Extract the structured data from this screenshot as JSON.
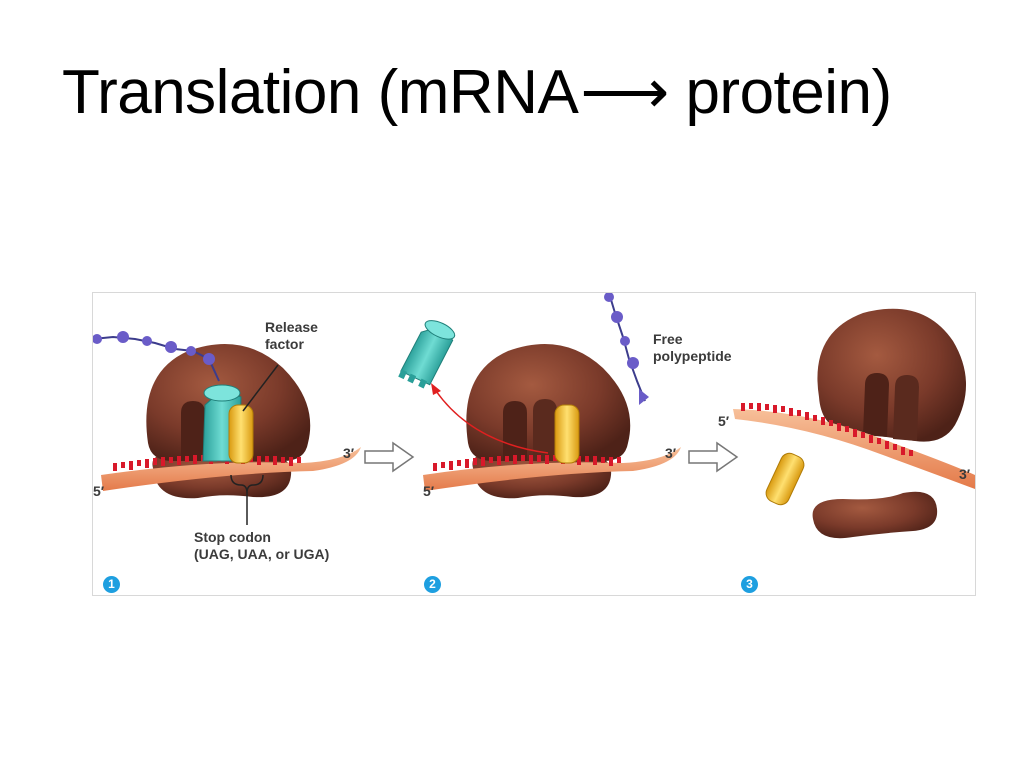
{
  "slide": {
    "title_pre": "Translation (mRNA",
    "title_arrow": "⟶",
    "title_post": " protein)"
  },
  "figure": {
    "labels": {
      "release_factor_line1": "Release",
      "release_factor_line2": "factor",
      "free_polypeptide_line1": "Free",
      "free_polypeptide_line2": "polypeptide",
      "stop_codon_line1": "Stop codon",
      "stop_codon_line2": "(UAG, UAA, or UGA)"
    },
    "ends": {
      "three_prime": "3′",
      "five_prime": "5′"
    },
    "steps": [
      "1",
      "2",
      "3"
    ]
  },
  "colors": {
    "ribosome": "#7a3a2a",
    "ribosome_dark": "#4e2218",
    "trna": "#3dbdb5",
    "release_factor": "#f2c230",
    "mrna": "#f0a070",
    "codon_marks": "#d8192a",
    "polypeptide": "#6a5cc8",
    "step_badge": "#1e9fe0"
  }
}
